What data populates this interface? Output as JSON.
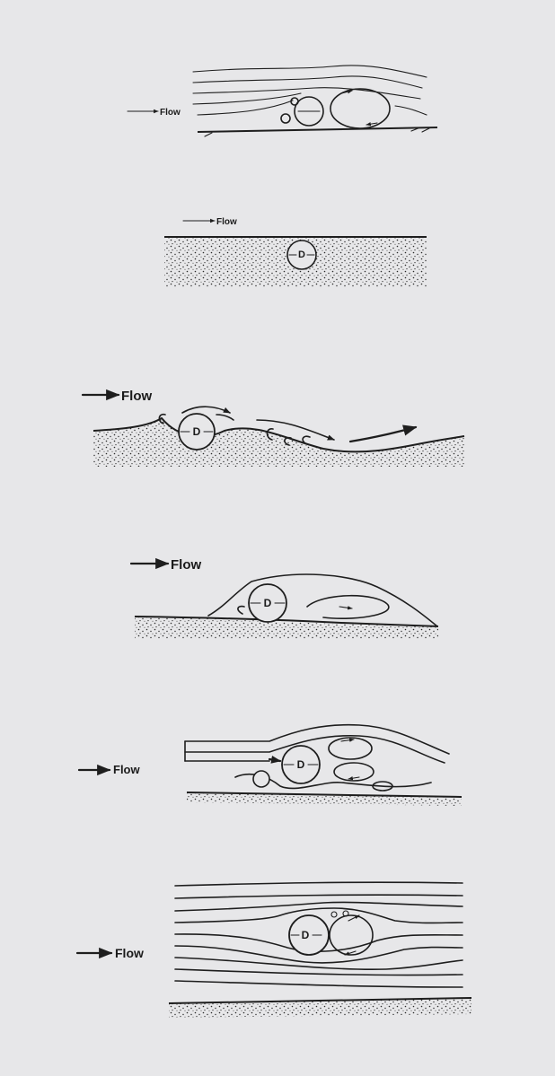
{
  "diagram": {
    "flow_label": "Flow",
    "particle_label": "D"
  },
  "colors": {
    "background": "#e7e7e9",
    "ink": "#1e1e1e"
  },
  "panels": [
    {
      "id": "panel-1",
      "flow_label": "Flow",
      "particle_label": ""
    },
    {
      "id": "panel-2",
      "flow_label": "Flow",
      "particle_label": "D"
    },
    {
      "id": "panel-3",
      "flow_label": "Flow",
      "particle_label": "D"
    },
    {
      "id": "panel-4",
      "flow_label": "Flow",
      "particle_label": "D"
    },
    {
      "id": "panel-5",
      "flow_label": "Flow",
      "particle_label": "D"
    },
    {
      "id": "panel-6",
      "flow_label": "Flow",
      "particle_label": "D"
    }
  ]
}
